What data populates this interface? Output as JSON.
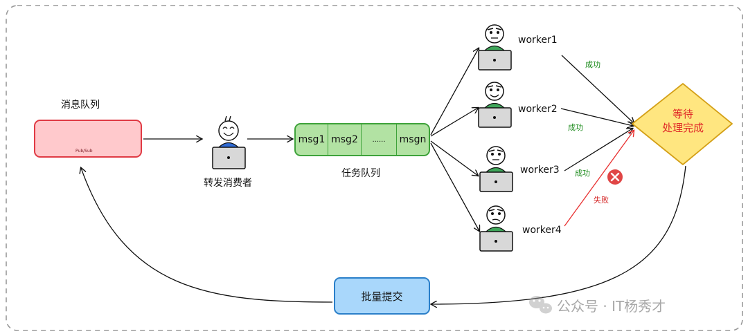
{
  "nodes": {
    "mq_title": "消息队列",
    "pubsub_label": "Pub/Sub",
    "forward_consumer": "转发消费者",
    "task_queue_title": "任务队列",
    "queue_cells": [
      "msg1",
      "msg2",
      "......",
      "msgn"
    ],
    "workers": [
      "worker1",
      "worker2",
      "worker3",
      "worker4"
    ],
    "wait_line1": "等待",
    "wait_line2": "处理完成",
    "batch_commit": "批量提交"
  },
  "edge_labels": {
    "success": "成功",
    "fail": "失败"
  },
  "watermark": "公众号 · IT杨秀才",
  "colors": {
    "mq_fill": "#ffc9cc",
    "mq_stroke": "#e03a44",
    "queue_fill": "#b2e2a3",
    "queue_stroke": "#3ea23a",
    "diamond_fill": "#ffe680",
    "diamond_stroke": "#d4a017",
    "batch_fill": "#a9d7fb",
    "batch_stroke": "#2a7fc9",
    "success_text": "#1a8a1a",
    "fail_text": "#d42424",
    "fail_icon": "#e04545"
  },
  "icons": {
    "mq_icon": "pubsub-hub-icon",
    "consumer_avatar": "person-laptop-icon",
    "worker_avatar": "person-laptop-icon",
    "fail_marker": "x-circle-icon",
    "watermark_logo": "wechat-icon"
  }
}
